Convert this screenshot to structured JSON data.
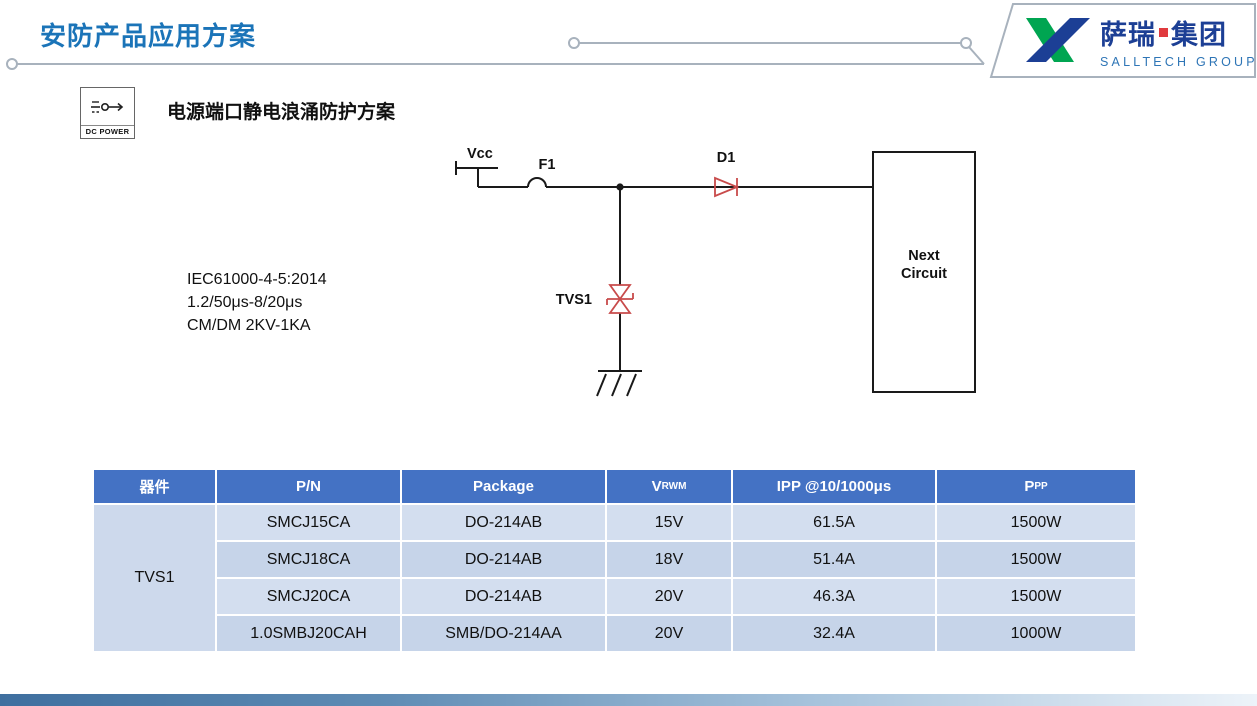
{
  "slide": {
    "title": "安防产品应用方案",
    "logo": {
      "cn_left": "萨瑞",
      "cn_right": "集团",
      "en": "SALLTECH GROUP"
    },
    "section": {
      "icon_label": "DC POWER",
      "heading": "电源端口静电浪涌防护方案"
    },
    "standards": {
      "line1": "IEC61000-4-5:2014",
      "line2": "1.2/50μs-8/20μs",
      "line3": "CM/DM 2KV-1KA"
    },
    "circuit": {
      "vcc": "Vcc",
      "fuse": "F1",
      "diode": "D1",
      "tvs": "TVS1",
      "next_line1": "Next",
      "next_line2": "Circuit"
    }
  },
  "table": {
    "headers": {
      "device": "器件",
      "pn": "P/N",
      "package": "Package",
      "vrwm_base": "V",
      "vrwm_sub": "RWM",
      "ipp": "IPP @10/1000μs",
      "ppp_base": "P",
      "ppp_sub": "PP"
    },
    "device": "TVS1",
    "rows": [
      {
        "pn": "SMCJ15CA",
        "package": "DO-214AB",
        "vrwm": "15V",
        "ipp": "61.5A",
        "ppp": "1500W"
      },
      {
        "pn": "SMCJ18CA",
        "package": "DO-214AB",
        "vrwm": "18V",
        "ipp": "51.4A",
        "ppp": "1500W"
      },
      {
        "pn": "SMCJ20CA",
        "package": "DO-214AB",
        "vrwm": "20V",
        "ipp": "46.3A",
        "ppp": "1500W"
      },
      {
        "pn": "1.0SMBJ20CAH",
        "package": "SMB/DO-214AA",
        "vrwm": "20V",
        "ipp": "32.4A",
        "ppp": "1000W"
      }
    ]
  },
  "colors": {
    "title_blue": "#1B74B8",
    "table_header_blue": "#4472C4",
    "row_light": "#D3DEEF",
    "row_dark": "#C6D4E9",
    "schematic_red": "#C84B4B",
    "logo_green": "#00A551",
    "logo_blue": "#1C3F95",
    "accent_red": "#E03A3E"
  }
}
